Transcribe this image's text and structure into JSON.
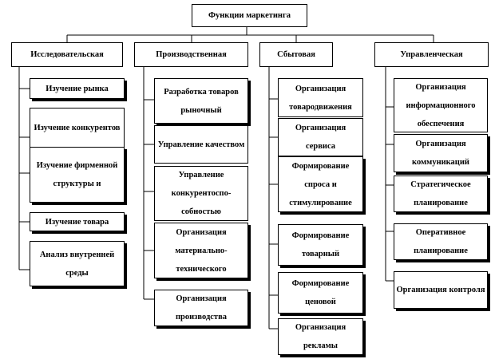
{
  "title": "Функции маркетинга",
  "branches": [
    {
      "label": "Исследовательская",
      "items": [
        "Изучение рынка",
        "Изучение конкурентов",
        "Изучение фирменной структуры и",
        "Изучение товара",
        "Анализ внутренней среды"
      ]
    },
    {
      "label": "Производственная",
      "items": [
        "Разработка товаров рыночный",
        "Управление качеством",
        "Управление конкурентоспо-собностью",
        "Организация материально-технического",
        "Организация производства"
      ]
    },
    {
      "label": "Сбытовая",
      "items": [
        "Организация товародвижения",
        "Организация сервиса",
        "Формирование спроса и стимулирование",
        "Формирование товарный",
        "Формирование ценовой",
        "Организация рекламы"
      ]
    },
    {
      "label": "Управленческая",
      "items": [
        "Организация информационного обеспечения",
        "Организация коммуникаций",
        "Стратегическое планирование",
        "Оперативное планирование",
        "Организация контроля"
      ]
    }
  ]
}
